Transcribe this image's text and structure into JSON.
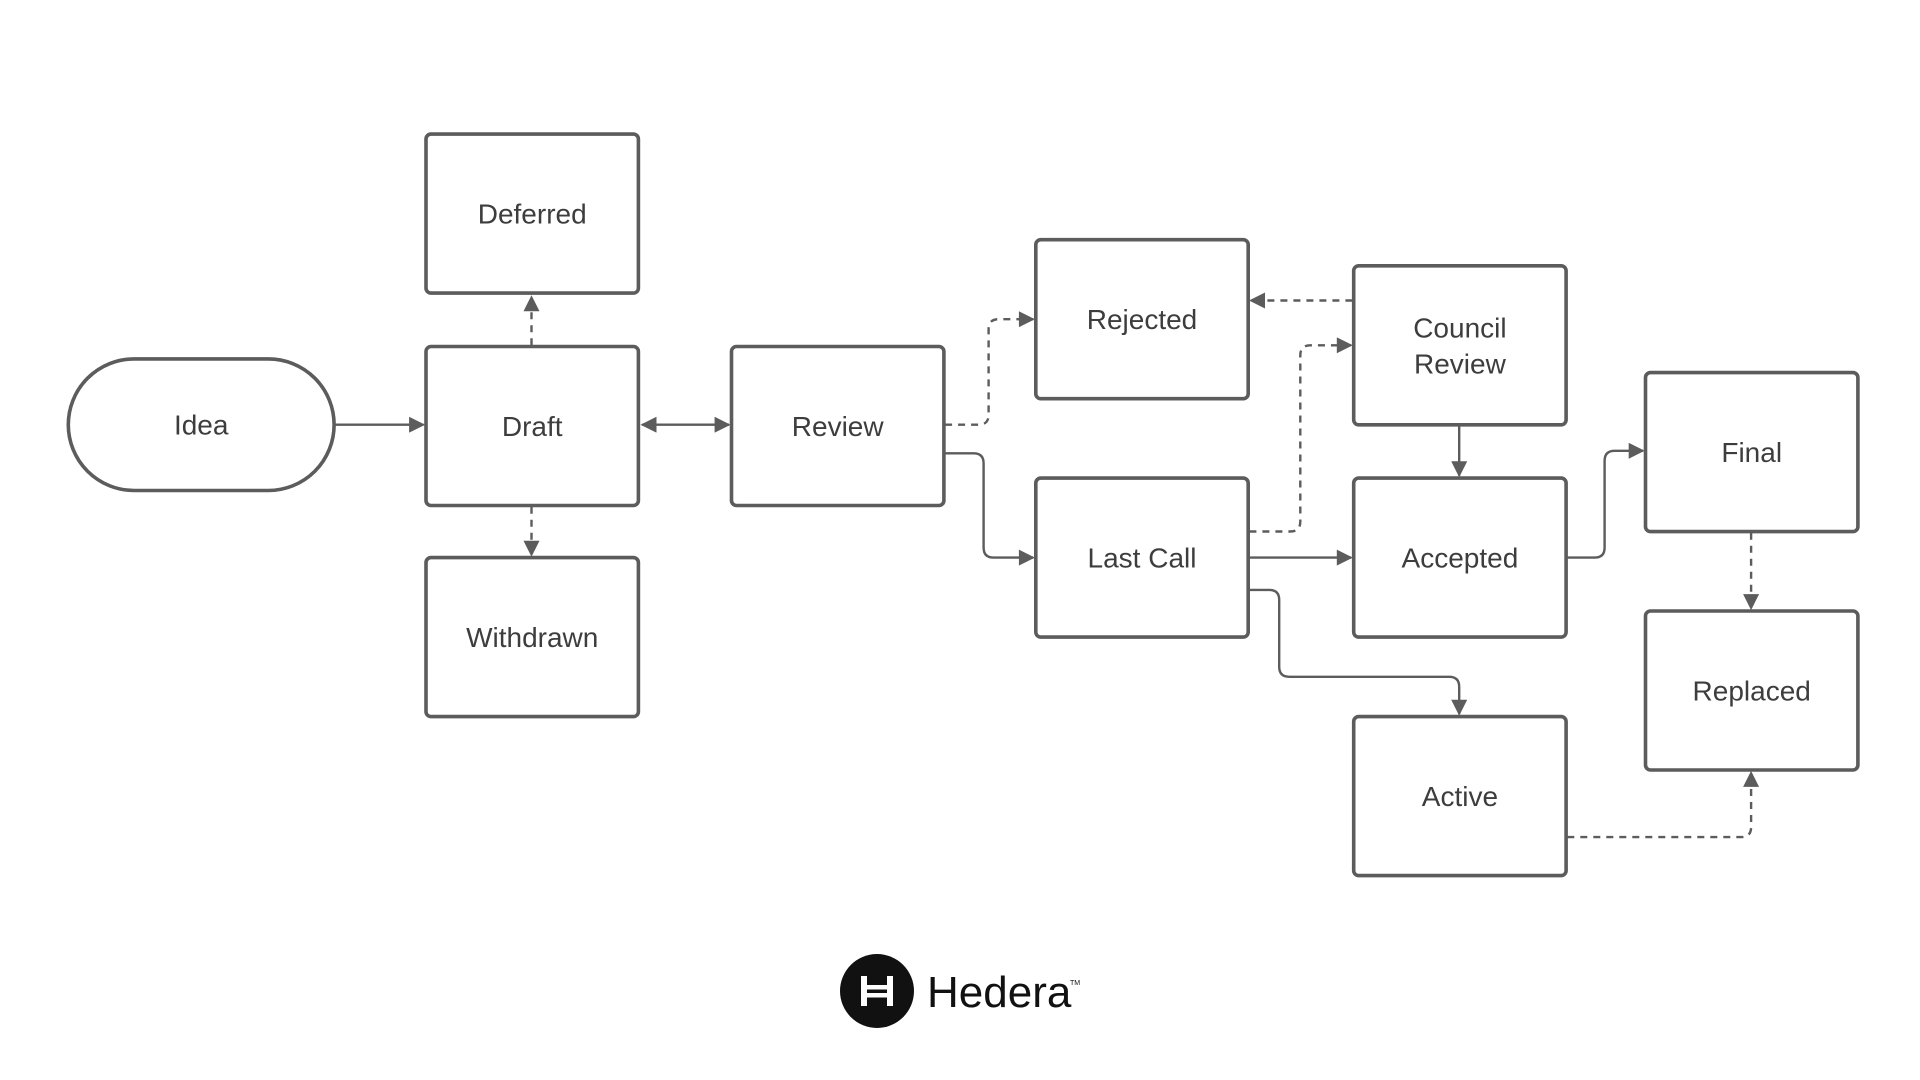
{
  "nodes": [
    {
      "id": "idea",
      "label": "Idea",
      "shape": "terminal"
    },
    {
      "id": "deferred",
      "label": "Deferred",
      "shape": "box"
    },
    {
      "id": "draft",
      "label": "Draft",
      "shape": "box"
    },
    {
      "id": "withdrawn",
      "label": "Withdrawn",
      "shape": "box"
    },
    {
      "id": "review",
      "label": "Review",
      "shape": "box"
    },
    {
      "id": "rejected",
      "label": "Rejected",
      "shape": "box"
    },
    {
      "id": "council_review",
      "label": "Council\nReview",
      "shape": "box"
    },
    {
      "id": "last_call",
      "label": "Last Call",
      "shape": "box"
    },
    {
      "id": "accepted",
      "label": "Accepted",
      "shape": "box"
    },
    {
      "id": "active",
      "label": "Active",
      "shape": "box"
    },
    {
      "id": "final",
      "label": "Final",
      "shape": "box"
    },
    {
      "id": "replaced",
      "label": "Replaced",
      "shape": "box"
    }
  ],
  "edges": [
    {
      "from": "idea",
      "to": "draft",
      "style": "solid"
    },
    {
      "from": "draft",
      "to": "deferred",
      "style": "dashed"
    },
    {
      "from": "draft",
      "to": "withdrawn",
      "style": "dashed"
    },
    {
      "from": "draft",
      "to": "review",
      "style": "solid",
      "bidirectional": true
    },
    {
      "from": "review",
      "to": "rejected",
      "style": "dashed"
    },
    {
      "from": "review",
      "to": "last_call",
      "style": "solid"
    },
    {
      "from": "council_review",
      "to": "rejected",
      "style": "dashed"
    },
    {
      "from": "last_call",
      "to": "council_review",
      "style": "dashed"
    },
    {
      "from": "council_review",
      "to": "accepted",
      "style": "solid"
    },
    {
      "from": "last_call",
      "to": "accepted",
      "style": "solid"
    },
    {
      "from": "last_call",
      "to": "active",
      "style": "solid"
    },
    {
      "from": "accepted",
      "to": "final",
      "style": "solid"
    },
    {
      "from": "final",
      "to": "replaced",
      "style": "dashed"
    },
    {
      "from": "active",
      "to": "replaced",
      "style": "dashed"
    }
  ],
  "brand": {
    "name": "Hedera",
    "mark": "TM",
    "logo_icon": "hedera-h-icon"
  },
  "colors": {
    "stroke": "#5c5c5c",
    "text": "#3d3d3d",
    "brand": "#111111"
  }
}
